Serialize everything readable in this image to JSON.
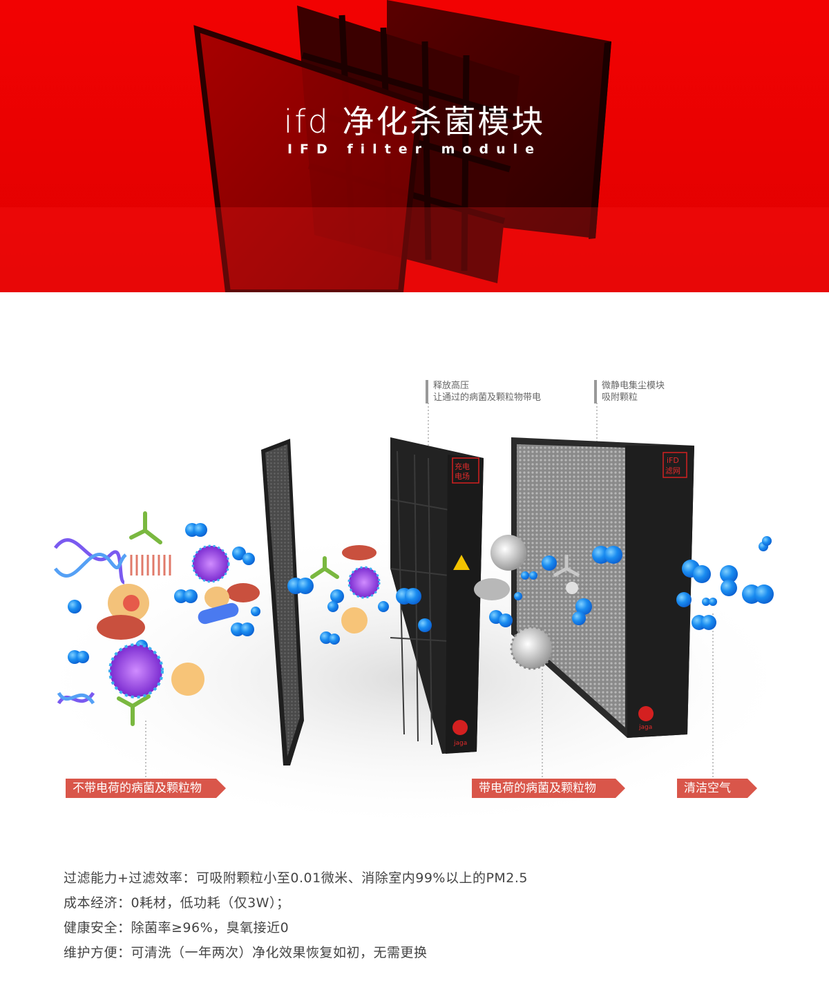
{
  "hero": {
    "title": "ifd 净化杀菌模块",
    "subtitle": "IFD filter module"
  },
  "callouts": [
    {
      "line1": "释放高压",
      "line2": "让通过的病菌及颗粒物带电"
    },
    {
      "line1": "微静电集尘模块",
      "line2": "吸附颗粒"
    }
  ],
  "tags": {
    "uncharged": "不带电荷的病菌及颗粒物",
    "charged": "带电荷的病菌及颗粒物",
    "clean": "清洁空气"
  },
  "filter_labels": {
    "charge_field": "充电电场",
    "ifd_filter": "iFD滤网",
    "brand": "jaga"
  },
  "features": [
    "过滤能力+过滤效率：可吸附颗粒小至0.01微米、消除室内99%以上的PM2.5",
    "成本经济：0耗材，低功耗（仅3W）；",
    "健康安全：除菌率≥96%，臭氧接近0",
    "维护方便：可清洗（一年两次）净化效果恢复如初，无需更换"
  ],
  "colors": {
    "hero_red": "#ee0202",
    "tag_red": "#d9564a",
    "particle_blue": "#1a8cf0",
    "frame_dark": "#2a2a2a"
  }
}
